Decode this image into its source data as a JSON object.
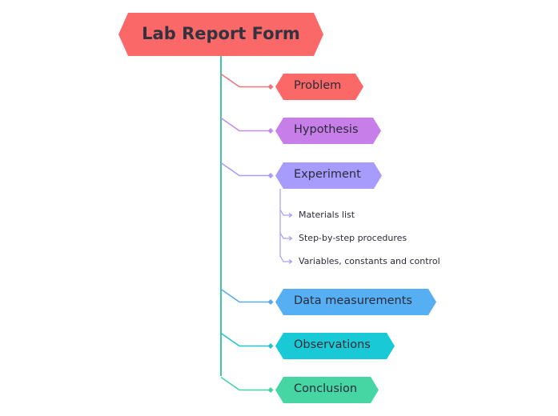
{
  "root": {
    "label": "Lab Report Form",
    "color": "#fb6868"
  },
  "branches": [
    {
      "label": "Problem",
      "color": "#fb6868",
      "line": "#ec7676"
    },
    {
      "label": "Hypothesis",
      "color": "#c77ee9",
      "line": "#c68ae6"
    },
    {
      "label": "Experiment",
      "color": "#a79bfb",
      "line": "#a99cf5",
      "children": [
        "Materials list",
        "Step-by-step procedures",
        "Variables, constants and control"
      ]
    },
    {
      "label": "Data measurements",
      "color": "#56aef3",
      "line": "#5aa9ee"
    },
    {
      "label": "Observations",
      "color": "#1ac9d6",
      "line": "#26c2cc"
    },
    {
      "label": "Conclusion",
      "color": "#45d6a3",
      "line": "#44d2a0"
    }
  ],
  "trunk_color": "#3cc8a4"
}
